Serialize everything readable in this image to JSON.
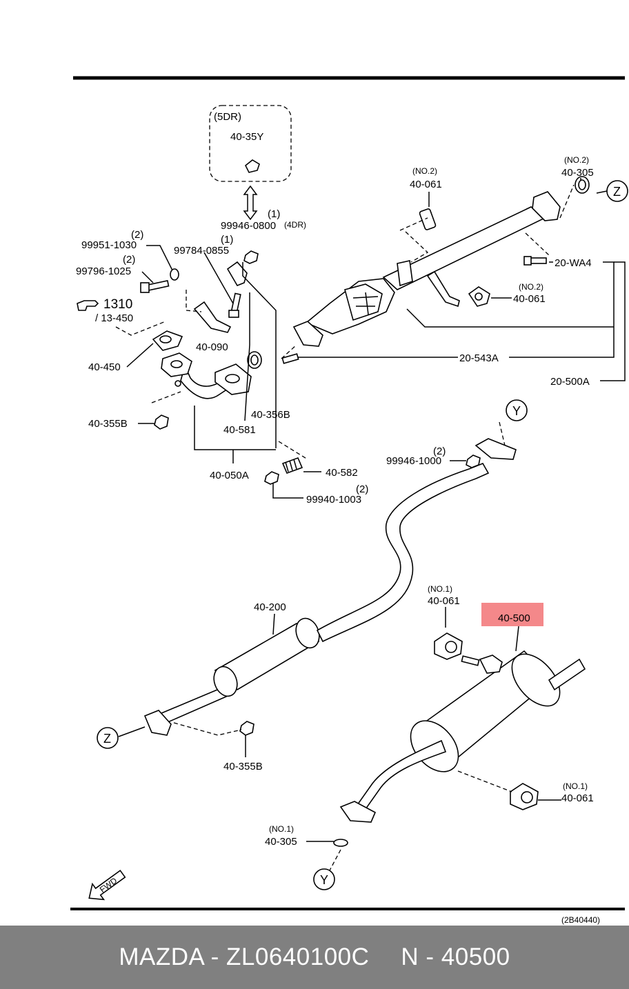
{
  "diagram": {
    "variant_box": {
      "title": "(5DR)",
      "part": "40-35Y"
    },
    "labels": {
      "l1": "99946-0800",
      "l1_note": "(4DR)",
      "l1_qty": "(1)",
      "l2": "99951-1030",
      "l2_qty": "(2)",
      "l3": "99796-1025",
      "l3_qty": "(2)",
      "l4": "99784-0855",
      "l4_qty": "(1)",
      "l5": "1310",
      "l6": "/ 13-450",
      "l7": "40-090",
      "l8": "40-450",
      "l9": "40-355B",
      "l10": "40-356B",
      "l11": "40-581",
      "l12": "40-050A",
      "l13": "40-582",
      "l14": "99940-1003",
      "l14_qty": "(2)",
      "l15": "99946-1000",
      "l15_qty": "(2)",
      "l16": "40-061",
      "l16_tag": "(NO.2)",
      "l17": "40-305",
      "l17_tag": "(NO.2)",
      "l18": "20-WA4",
      "l19": "40-061",
      "l19_tag": "(NO.2)",
      "l20": "20-543A",
      "l21": "20-500A",
      "l22": "40-200",
      "l23": "40-061",
      "l23_tag": "(NO.1)",
      "l24": "40-500",
      "l25": "40-355B",
      "l26": "40-061",
      "l26_tag": "(NO.1)",
      "l27": "40-305",
      "l27_tag": "(NO.1)",
      "ref_code": "(2B40440)",
      "fwd": "FWD"
    },
    "circle_refs": {
      "z": "Z",
      "y": "Y"
    },
    "highlight_color": "#f4888a"
  },
  "footer": {
    "brand_part": "MAZDA - ZL0640100C",
    "ref": "N - 40500"
  }
}
